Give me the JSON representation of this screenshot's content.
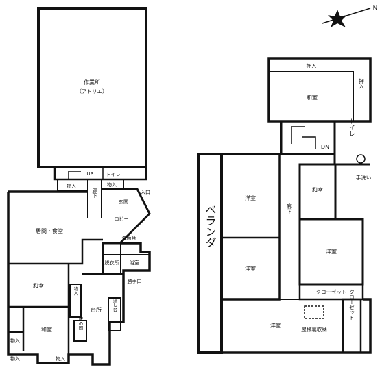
{
  "left_plan": {
    "atelier": "作業所",
    "atelier_sub": "（アトリエ）",
    "up": "UP",
    "toilet": "トイレ",
    "oshiire_1": "物入",
    "oshiire_2": "物入",
    "oshiire_3": "物入",
    "oshiire_4": "物入",
    "oshiire_5": "物入",
    "corridor": "廊下",
    "entrance": "入口",
    "genkan": "玄関",
    "lobby": "ロビー",
    "living": "居間・食堂",
    "washroom": "洗面台",
    "dressing": "脱衣所",
    "bath": "浴室",
    "kitchen_door": "勝手口",
    "washoshitsu_1": "和室",
    "washoshitsu_2": "和室",
    "storage_closet": "物入",
    "kitchen": "台所",
    "pantry": "床の間",
    "stove": "流し台"
  },
  "right_plan": {
    "oshiire_top": "押入",
    "oshiire_right": "押入",
    "washoshitsu_top": "和室",
    "dn": "DN",
    "toilet": "トイレ",
    "handwash": "手洗い",
    "washoshitsu_mid": "和室",
    "veranda": "ベランダ",
    "youshitsu_1": "洋室",
    "youshitsu_2": "洋室",
    "corridor": "廊下",
    "youshitsu_3": "洋室",
    "closet_1": "クローゼット",
    "youshitsu_4": "洋室",
    "attic_storage": "屋根裏収納",
    "closet_2": "クローゼット"
  },
  "compass": {
    "north_label": "N"
  }
}
